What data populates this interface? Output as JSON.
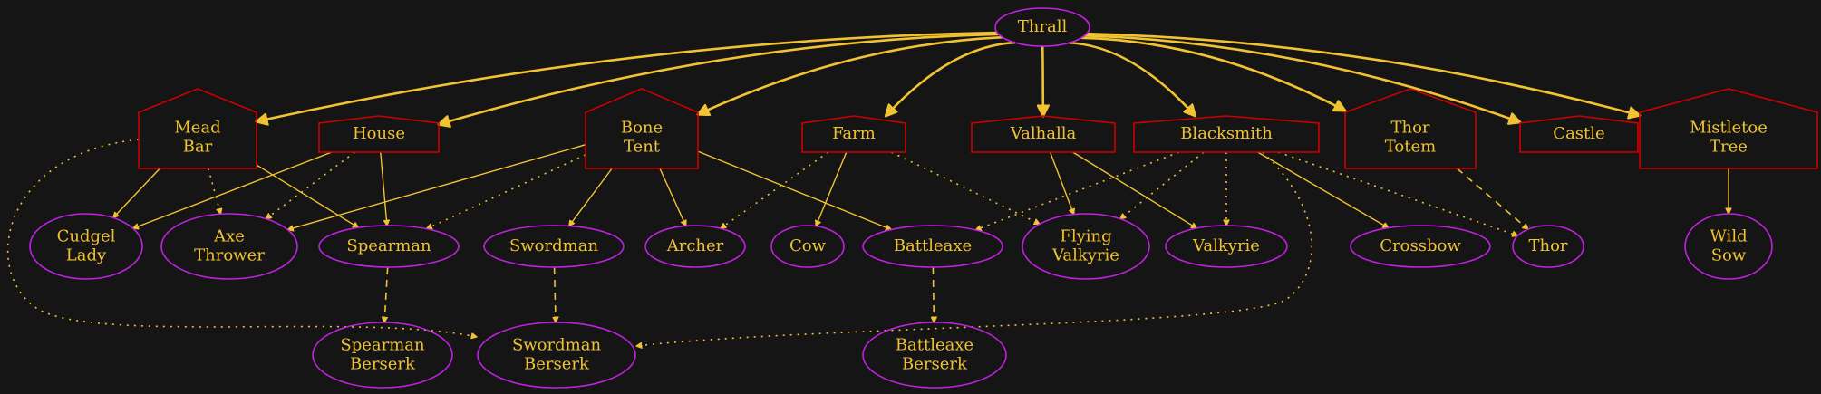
{
  "colors": {
    "background": "#151515",
    "text": "#f1c232",
    "building_outline": "#cc0000",
    "unit_outline": "#c020e0",
    "edge": "#f1c232"
  },
  "nodes": {
    "thrall": {
      "label": "Thrall",
      "kind": "unit"
    },
    "mead_bar": {
      "label": "Mead\nBar",
      "kind": "building"
    },
    "house": {
      "label": "House",
      "kind": "building"
    },
    "bone_tent": {
      "label": "Bone\nTent",
      "kind": "building"
    },
    "farm": {
      "label": "Farm",
      "kind": "building"
    },
    "valhalla": {
      "label": "Valhalla",
      "kind": "building"
    },
    "blacksmith": {
      "label": "Blacksmith",
      "kind": "building"
    },
    "thor_totem": {
      "label": "Thor\nTotem",
      "kind": "building"
    },
    "castle": {
      "label": "Castle",
      "kind": "building"
    },
    "mistletoe_tree": {
      "label": "Mistletoe\nTree",
      "kind": "building"
    },
    "cudgel_lady": {
      "label": "Cudgel\nLady",
      "kind": "unit"
    },
    "axe_thrower": {
      "label": "Axe\nThrower",
      "kind": "unit"
    },
    "spearman": {
      "label": "Spearman",
      "kind": "unit"
    },
    "swordman": {
      "label": "Swordman",
      "kind": "unit"
    },
    "archer": {
      "label": "Archer",
      "kind": "unit"
    },
    "cow": {
      "label": "Cow",
      "kind": "unit"
    },
    "battleaxe": {
      "label": "Battleaxe",
      "kind": "unit"
    },
    "flying_valkyrie": {
      "label": "Flying\nValkyrie",
      "kind": "unit"
    },
    "valkyrie": {
      "label": "Valkyrie",
      "kind": "unit"
    },
    "crossbow": {
      "label": "Crossbow",
      "kind": "unit"
    },
    "thor": {
      "label": "Thor",
      "kind": "unit"
    },
    "wild_sow": {
      "label": "Wild\nSow",
      "kind": "unit"
    },
    "spearman_berserk": {
      "label": "Spearman\nBerserk",
      "kind": "unit"
    },
    "swordman_berserk": {
      "label": "Swordman\nBerserk",
      "kind": "unit"
    },
    "battleaxe_berserk": {
      "label": "Battleaxe\nBerserk",
      "kind": "unit"
    }
  },
  "edges": [
    {
      "from": "thrall",
      "to": "mead_bar",
      "style": "thick"
    },
    {
      "from": "thrall",
      "to": "house",
      "style": "thick"
    },
    {
      "from": "thrall",
      "to": "bone_tent",
      "style": "thick"
    },
    {
      "from": "thrall",
      "to": "farm",
      "style": "thick"
    },
    {
      "from": "thrall",
      "to": "valhalla",
      "style": "thick"
    },
    {
      "from": "thrall",
      "to": "blacksmith",
      "style": "thick"
    },
    {
      "from": "thrall",
      "to": "thor_totem",
      "style": "thick"
    },
    {
      "from": "thrall",
      "to": "castle",
      "style": "thick"
    },
    {
      "from": "thrall",
      "to": "mistletoe_tree",
      "style": "thick"
    },
    {
      "from": "mead_bar",
      "to": "cudgel_lady",
      "style": "solid"
    },
    {
      "from": "mead_bar",
      "to": "axe_thrower",
      "style": "dotted"
    },
    {
      "from": "mead_bar",
      "to": "spearman",
      "style": "solid"
    },
    {
      "from": "mead_bar",
      "to": "swordman_berserk",
      "style": "dotted"
    },
    {
      "from": "house",
      "to": "cudgel_lady",
      "style": "solid"
    },
    {
      "from": "house",
      "to": "axe_thrower",
      "style": "dotted"
    },
    {
      "from": "house",
      "to": "spearman",
      "style": "solid"
    },
    {
      "from": "bone_tent",
      "to": "axe_thrower",
      "style": "solid"
    },
    {
      "from": "bone_tent",
      "to": "spearman",
      "style": "dotted"
    },
    {
      "from": "bone_tent",
      "to": "swordman",
      "style": "solid"
    },
    {
      "from": "bone_tent",
      "to": "archer",
      "style": "solid"
    },
    {
      "from": "bone_tent",
      "to": "battleaxe",
      "style": "solid"
    },
    {
      "from": "farm",
      "to": "archer",
      "style": "dotted"
    },
    {
      "from": "farm",
      "to": "cow",
      "style": "solid"
    },
    {
      "from": "farm",
      "to": "flying_valkyrie",
      "style": "dotted"
    },
    {
      "from": "valhalla",
      "to": "flying_valkyrie",
      "style": "solid"
    },
    {
      "from": "valhalla",
      "to": "valkyrie",
      "style": "solid"
    },
    {
      "from": "blacksmith",
      "to": "battleaxe",
      "style": "dotted"
    },
    {
      "from": "blacksmith",
      "to": "flying_valkyrie",
      "style": "dotted"
    },
    {
      "from": "blacksmith",
      "to": "valkyrie",
      "style": "dotted"
    },
    {
      "from": "blacksmith",
      "to": "crossbow",
      "style": "solid"
    },
    {
      "from": "blacksmith",
      "to": "thor",
      "style": "dotted"
    },
    {
      "from": "blacksmith",
      "to": "swordman_berserk",
      "style": "dotted"
    },
    {
      "from": "thor_totem",
      "to": "thor",
      "style": "dashed"
    },
    {
      "from": "mistletoe_tree",
      "to": "wild_sow",
      "style": "solid"
    },
    {
      "from": "spearman",
      "to": "spearman_berserk",
      "style": "dashed"
    },
    {
      "from": "swordman",
      "to": "swordman_berserk",
      "style": "dashed"
    },
    {
      "from": "battleaxe",
      "to": "battleaxe_berserk",
      "style": "dashed"
    }
  ]
}
